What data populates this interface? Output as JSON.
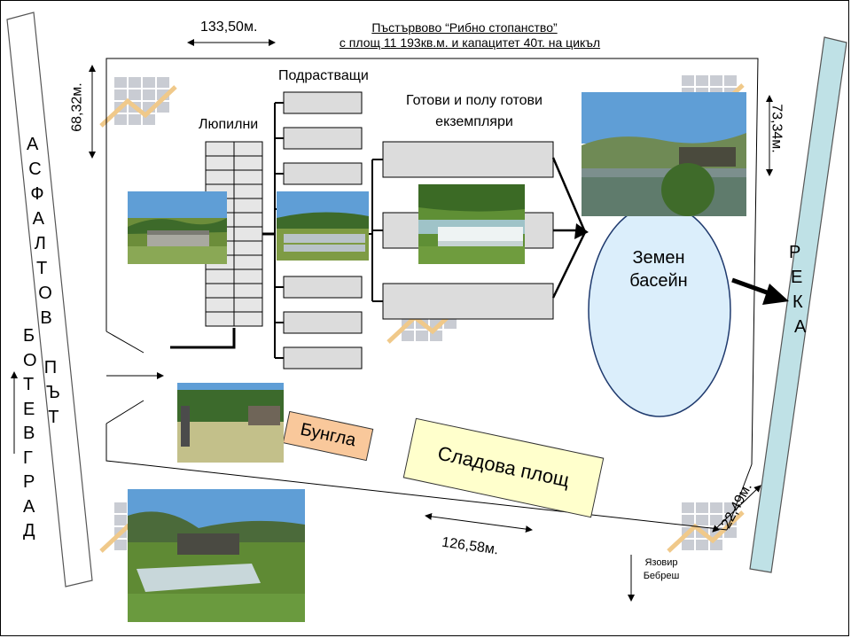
{
  "title": {
    "line1": "Пъстървово “Рибно стопанство”",
    "line2": "с площ 11 193кв.м. и  капацитет 40т. на цикъл"
  },
  "road": {
    "label_chars": [
      "А",
      "С",
      "Ф",
      "А",
      "Л",
      "Т",
      "О",
      "В",
      " ",
      "П",
      "Ъ",
      "Т"
    ],
    "city_chars": [
      "Б",
      "О",
      "Т",
      "Е",
      "В",
      "Г",
      "Р",
      "А",
      "Д"
    ]
  },
  "river": {
    "label_chars": [
      "Р",
      "Е",
      "К",
      "А"
    ]
  },
  "dimensions": {
    "top": "133,50м.",
    "left": "68,32м.",
    "right": "73,34м.",
    "bottom": "126,58м.",
    "corner": "22,49м."
  },
  "sections": {
    "hatchery": "Люпилни",
    "growing": "Подрастващи",
    "ready": "Готови и полу готови екземпляри"
  },
  "pool": {
    "label": "Земен басейн"
  },
  "bungalow": {
    "label": "Бунгла"
  },
  "storage": {
    "label": "Сладова площ"
  },
  "dam": {
    "label": "Язовир Бебреш"
  },
  "colors": {
    "pool_fill": "#dbeefb",
    "river_fill": "#bfe1e6",
    "bungalow_fill": "#f9c89b",
    "storage_fill": "#ffffcc",
    "tank_fill": "#dcdcdc",
    "photo_sky": "#5f9ed6"
  }
}
